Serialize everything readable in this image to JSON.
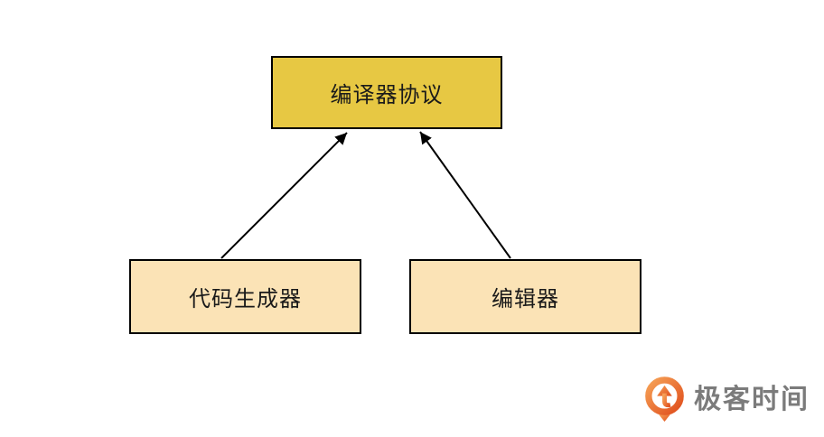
{
  "diagram": {
    "background_color": "#ffffff",
    "nodes": [
      {
        "id": "compiler-protocol",
        "label": "编译器协议",
        "fill": "#E7C843",
        "border_color": "#000000",
        "text_color": "#1a1a1a"
      },
      {
        "id": "code-generator",
        "label": "代码生成器",
        "fill": "#FBE3B6",
        "border_color": "#000000",
        "text_color": "#1a1a1a"
      },
      {
        "id": "editor",
        "label": "编辑器",
        "fill": "#FBE3B6",
        "border_color": "#000000",
        "text_color": "#1a1a1a"
      }
    ],
    "edges": [
      {
        "from": "code-generator",
        "to": "compiler-protocol",
        "style": "arrow-up"
      },
      {
        "from": "editor",
        "to": "compiler-protocol",
        "style": "arrow-up"
      }
    ],
    "arrow_color": "#000000"
  },
  "branding": {
    "logo_text": "极客时间",
    "logo_text_color": "#7B7B7B",
    "logo_icon": "geektime-q-pin-icon",
    "logo_gradient_start": "#F6A156",
    "logo_gradient_end": "#E04F1D"
  }
}
